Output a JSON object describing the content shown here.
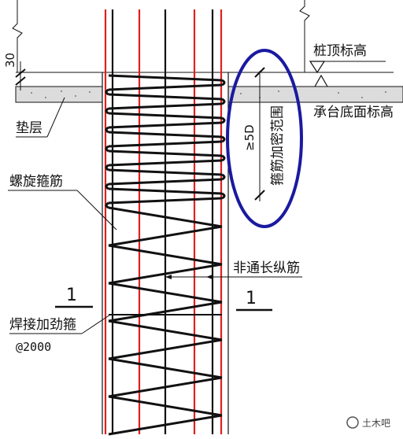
{
  "labels": {
    "pile_top_elevation": "桩顶标高",
    "cap_bottom_elevation": "承台底面标高",
    "cushion_layer": "垫层",
    "spiral_stirrup": "螺旋箍筋",
    "dense_zone_range": "箍筋加密范围",
    "dense_zone_length": "≥5D",
    "non_full_length_rebar": "非通长纵筋",
    "welded_stiffener": "焊接加劲箍",
    "stiffener_spacing": "@2000",
    "cushion_thickness": "30"
  },
  "section_marks": {
    "left": "1",
    "right": "1"
  },
  "watermark": {
    "text": "土木吧"
  },
  "colors": {
    "line": "#111111",
    "rebar_red": "#e02020",
    "ellipse_blue": "#1a1aa0",
    "cushion_fill": "#dcdcdc"
  }
}
